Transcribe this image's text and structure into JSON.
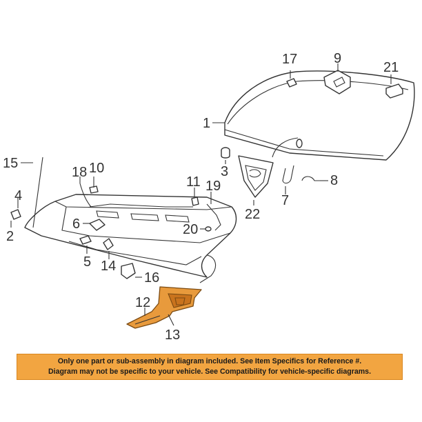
{
  "callouts": {
    "c1": "1",
    "c2": "2",
    "c3": "3",
    "c4": "4",
    "c5": "5",
    "c6": "6",
    "c7": "7",
    "c8": "8",
    "c9": "9",
    "c10": "10",
    "c11": "11",
    "c12": "12",
    "c13": "13",
    "c14": "14",
    "c15": "15",
    "c16": "16",
    "c17": "17",
    "c18": "18",
    "c19": "19",
    "c20": "20",
    "c21": "21",
    "c22": "22"
  },
  "notice": {
    "line1": "Only one part or sub-assembly in diagram included. See Item Specifics for Reference #.",
    "line2": "Diagram may not be specific to your vehicle. See Compatibility for vehicle-specific diagrams."
  },
  "colors": {
    "highlight_part": "#e89a3c",
    "notice_background": "#f2a541",
    "line_art": "#333333"
  }
}
